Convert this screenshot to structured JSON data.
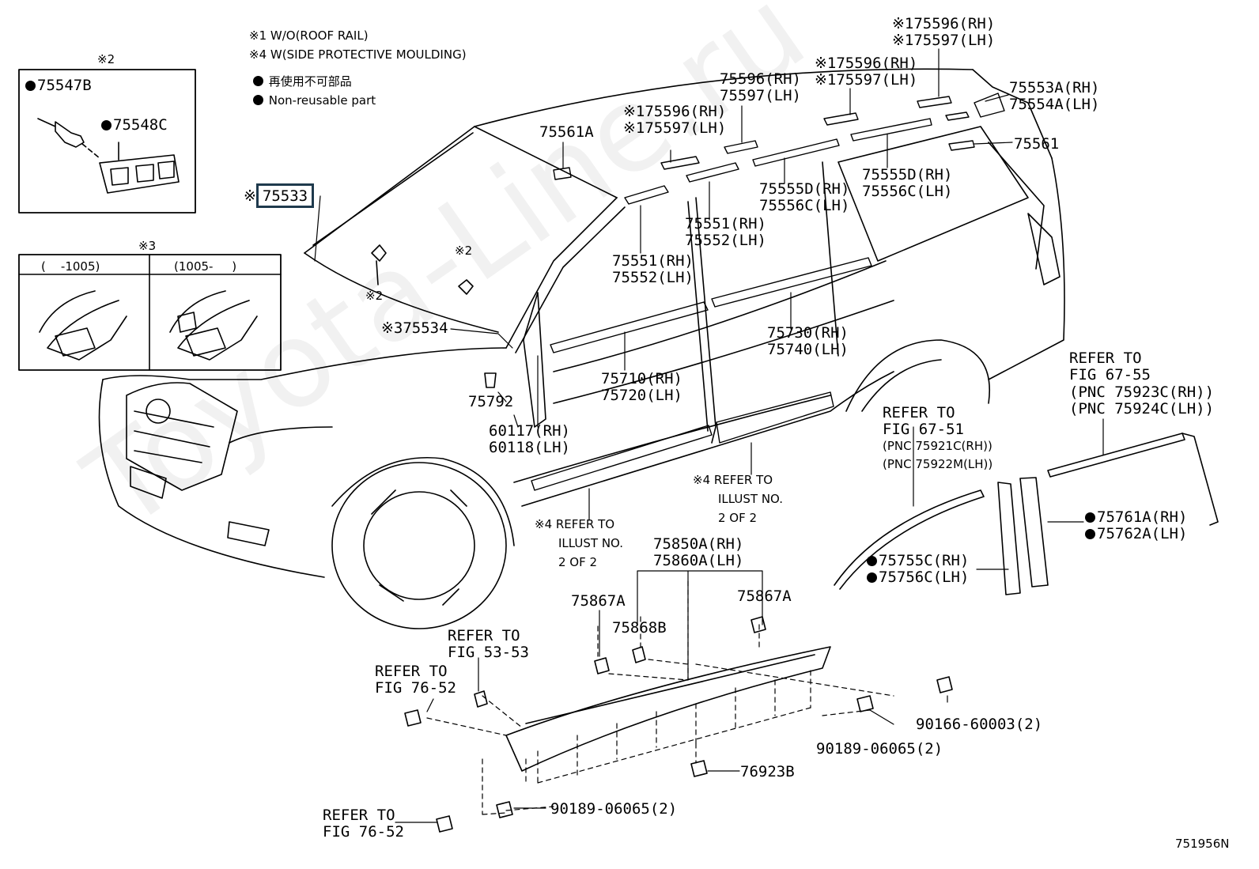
{
  "notes": {
    "n1": "※1 W/O(ROOF RAIL)",
    "n4": "※4 W(SIDE PROTECTIVE MOULDING)",
    "jp": "再使用不可部品",
    "en": "Non-reusable part"
  },
  "watermark": "Toyota-Line.ru",
  "inset_top": {
    "mark": "※2",
    "part_a": "75547B",
    "part_b": "75548C"
  },
  "inset_mid": {
    "mark": "※3",
    "col1": "(    -1005)",
    "col2": "(1005-     )"
  },
  "labels": {
    "p75533": "75533",
    "p75533_prefix": "※",
    "p75534": "※375534",
    "mark2a": "※2",
    "mark2b": "※2",
    "p75792": "75792",
    "p60117": "60117(RH)",
    "p60118": "60118(LH)",
    "p75561A": "75561A",
    "p75596_1a": "※175596(RH)",
    "p75597_1a": "※175597(LH)",
    "p75596_b": "75596(RH)",
    "p75597_b": "75597(LH)",
    "p75596_1c": "※175596(RH)",
    "p75597_1c": "※175597(LH)",
    "p75596_1d": "※175596(RH)",
    "p75597_1d": "※175597(LH)",
    "p75553A": "75553A(RH)",
    "p75554A": "75554A(LH)",
    "p75561": "75561",
    "p75555D_a": "75555D(RH)",
    "p75556C_a": "75556C(LH)",
    "p75555D_b": "75555D(RH)",
    "p75556C_b": "75556C(LH)",
    "p75551_a": "75551(RH)",
    "p75552_a": "75552(LH)",
    "p75551_b": "75551(RH)",
    "p75552_b": "75552(LH)",
    "p75730": "75730(RH)",
    "p75740": "75740(LH)",
    "p75710": "75710(RH)",
    "p75720": "75720(LH)",
    "refer4a_1": "※4 REFER TO",
    "refer4a_2": "ILLUST NO.",
    "refer4a_3": "2 OF 2",
    "refer4b_1": "※4 REFER TO",
    "refer4b_2": "ILLUST NO.",
    "refer4b_3": "2 OF 2",
    "p75850A": "75850A(RH)",
    "p75860A": "75860A(LH)",
    "p75867A_a": "75867A",
    "p75867A_b": "75867A",
    "p75868B": "75868B",
    "ref5353_1": "REFER TO",
    "ref5353_2": "FIG 53-53",
    "ref7652a_1": "REFER TO",
    "ref7652a_2": "FIG 76-52",
    "ref7652b_1": "REFER TO",
    "ref7652b_2": "FIG 76-52",
    "p90166": "90166-60003(2)",
    "p90189a": "90189-06065(2)",
    "p90189b": "90189-06065(2)",
    "p76923B": "76923B",
    "ref6751_1": "REFER TO",
    "ref6751_2": "FIG 67-51",
    "ref6751_3": "(PNC 75921C(RH))",
    "ref6751_4": "(PNC 75922M(LH))",
    "ref6755_1": "REFER TO",
    "ref6755_2": "FIG 67-55",
    "ref6755_3": "(PNC 75923C(RH))",
    "ref6755_4": "(PNC 75924C(LH))",
    "p75755C": "75755C(RH)",
    "p75756C": "75756C(LH)",
    "p75761A": "75761A(RH)",
    "p75762A": "75762A(LH)",
    "figno": "751956N"
  }
}
